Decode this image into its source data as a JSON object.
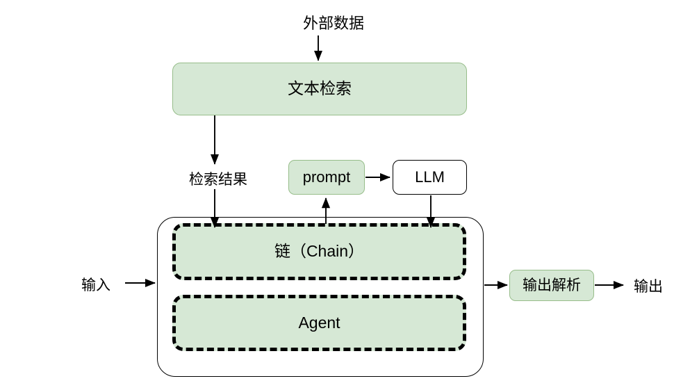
{
  "diagram": {
    "title": "LangChain architecture flow",
    "colors": {
      "green_fill": "#d6e8d5",
      "green_border": "#97bd8a",
      "stroke": "#000000",
      "background": "#ffffff"
    },
    "labels": {
      "external_data": "外部数据",
      "retrieval_result": "检索结果",
      "input": "输入",
      "output": "输出"
    },
    "nodes": {
      "text_retrieval": "文本检索",
      "prompt": "prompt",
      "llm": "LLM",
      "chain": "链（Chain）",
      "agent": "Agent",
      "output_parser": "输出解析"
    }
  }
}
